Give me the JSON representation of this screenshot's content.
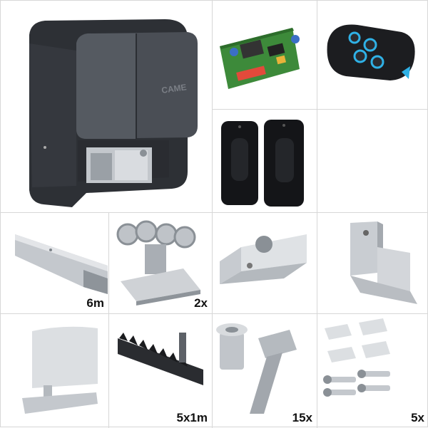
{
  "brand_label": "CAME",
  "tiles": [
    {
      "name": "gate-motor",
      "qty": ""
    },
    {
      "name": "receiver-board",
      "qty": ""
    },
    {
      "name": "remote-control",
      "qty": ""
    },
    {
      "name": "photocells",
      "qty": ""
    },
    {
      "name": "empty",
      "qty": ""
    },
    {
      "name": "guide-rail",
      "qty": "6m"
    },
    {
      "name": "roller-carriage",
      "qty": "2x"
    },
    {
      "name": "end-roller",
      "qty": ""
    },
    {
      "name": "top-guide",
      "qty": ""
    },
    {
      "name": "end-stop",
      "qty": ""
    },
    {
      "name": "gear-rack",
      "qty": "5x1m"
    },
    {
      "name": "rivet-nut-bolt",
      "qty": "15x"
    },
    {
      "name": "screws-plates",
      "qty": "5x"
    }
  ],
  "colors": {
    "motor_body": "#3b3e44",
    "motor_dark": "#26282c",
    "steel": "#b9bdc2",
    "steel_dark": "#7f858b",
    "pcb_green": "#3d8a3a",
    "remote_blue": "#2fb1e6",
    "grid_line": "#d7d7d7"
  }
}
